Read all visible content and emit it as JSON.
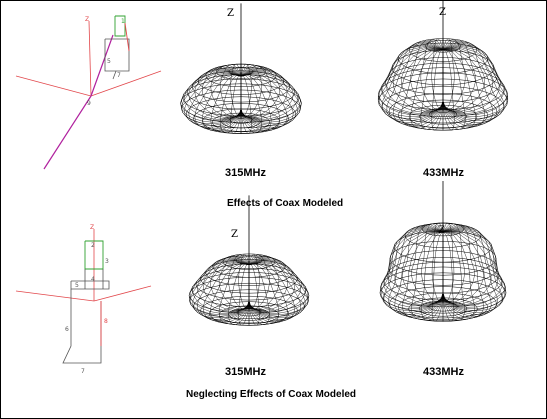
{
  "figure": {
    "top": {
      "caption": "Effects of Coax Modeled",
      "freq_left": "315MHz",
      "freq_right": "433MHz"
    },
    "bottom": {
      "caption": "Neglecting Effects of Coax Modeled",
      "freq_left": "315MHz",
      "freq_right": "433MHz"
    },
    "axis_label": "Z",
    "model_labels": [
      "1",
      "2",
      "3",
      "4",
      "5",
      "6",
      "7",
      "8",
      "9"
    ]
  },
  "colors": {
    "wire_red": "#e2474b",
    "wire_green": "#2fa12f",
    "wire_magenta": "#b0209e",
    "wire_gray": "#555555",
    "mesh": "#000000"
  }
}
